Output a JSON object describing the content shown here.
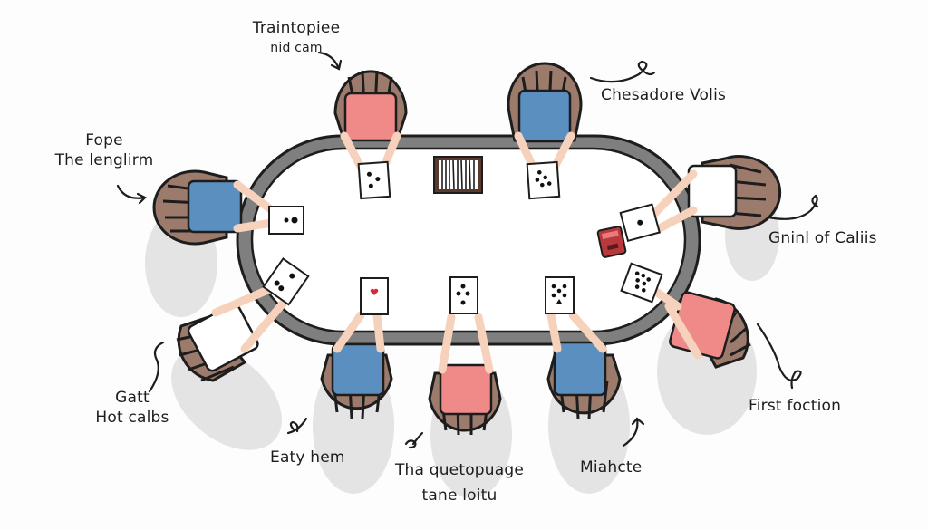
{
  "scene": {
    "title": "Poker table with nine players (top-down sketch)",
    "colors": {
      "background": "#fdfdfd",
      "table_felt": "#ffffff",
      "table_rim": "#8a8a8a",
      "outline": "#1d1d1d",
      "chair": "#9c7b6d",
      "chair_dark": "#7d6157",
      "skin": "#f6d2bc",
      "shirt_pink": "#f08a88",
      "shirt_blue": "#5b8fc0",
      "shirt_white": "#ffffff",
      "shadow": "#e2e2e2",
      "card_red": "#d8283a",
      "card_black": "#111111",
      "chip_box": "#b8383c"
    }
  },
  "labels": {
    "top_left": {
      "line1": "Traintopiee",
      "line2": "nid cam"
    },
    "top_right": {
      "line1": "Chesadore Volis"
    },
    "left": {
      "line1": "Fope",
      "line2": "The lenglirm"
    },
    "right": {
      "line1": "Gninl of Caliis"
    },
    "bottom_left": {
      "line1": "Gatt",
      "line2": "Hot calbs"
    },
    "bottom_right": {
      "line1": "First foction"
    },
    "bottom_1": {
      "line1": "Eaty hem"
    },
    "bottom_2": {
      "line1": "Tha quetopuage",
      "line2": "tane loitu"
    },
    "bottom_3": {
      "line1": "Miahcte"
    }
  },
  "players": [
    {
      "id": "top-left",
      "shirt": "pink",
      "card": "spades-3"
    },
    {
      "id": "top-right",
      "shirt": "blue",
      "card": "spades-5"
    },
    {
      "id": "left-upper",
      "shirt": "blue",
      "card": "spades-2"
    },
    {
      "id": "right-upper",
      "shirt": "white",
      "card": "clubs-1"
    },
    {
      "id": "left-lower",
      "shirt": "white",
      "card": "spades-3"
    },
    {
      "id": "bottom-left",
      "shirt": "blue",
      "card": "hearts-1"
    },
    {
      "id": "bottom-center",
      "shirt": "pink",
      "card": "diamonds-4"
    },
    {
      "id": "bottom-right",
      "shirt": "blue",
      "card": "spades-5"
    },
    {
      "id": "right-lower",
      "shirt": "pink",
      "card": "spades-7"
    }
  ],
  "table_items": {
    "deck": "card-deck",
    "chip_box": "chip-box"
  }
}
